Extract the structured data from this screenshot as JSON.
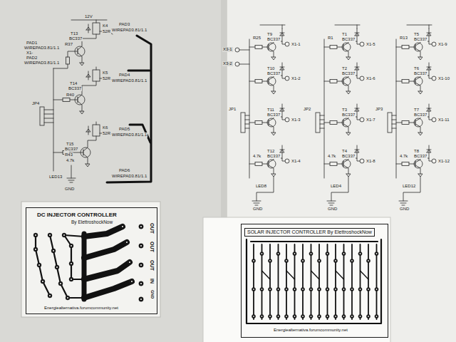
{
  "diagram": {
    "nodes": [
      {
        "text": [
          "DC INJECTOR CONTROLLER",
          "By ElettroshockNow",
          "OUT",
          "OUT",
          "OUT",
          "IN",
          "GND",
          "Energiealternativa.forumcommunity.net"
        ]
      },
      {
        "text": [
          "SOLAR INJECTOR CONTROLLER By ElettroshockNow",
          "Energiealternativa.forumcommunity.net"
        ]
      }
    ],
    "labels": [
      "12V",
      "K4",
      "PAD3",
      "WIREPAD3.81/1.1",
      "T13",
      "BC337",
      "R37",
      "52R",
      "PAD1",
      "WIREPAD3.81/1.1",
      "X1-",
      "PAD2",
      "WIREPAD3.81/1.1",
      "K5",
      "52R",
      "PAD4",
      "WIREPAD3.81/1.1",
      "T14",
      "BC337",
      "R40",
      "JP4",
      "K6",
      "52R",
      "PAD5",
      "WIREPAD3.81/1.1",
      "T15",
      "BC337",
      "R43",
      "4.7k",
      "PAD6",
      "WIREPAD3.81/1.1",
      "LED13",
      "GND",
      "X3-1",
      "X3-2",
      "T9",
      "BC337",
      "R25",
      "X1-1",
      "T10",
      "BC337",
      "X1-2",
      "T11",
      "BC337",
      "X1-3",
      "T12",
      "BC337",
      "4.7k",
      "X1-4",
      "JP1",
      "LED8",
      "GND",
      "T1",
      "BC337",
      "R1",
      "X1-5",
      "T2",
      "BC337",
      "X1-6",
      "T3",
      "BC337",
      "X1-7",
      "T4",
      "BC337",
      "4.7k",
      "X1-8",
      "JP2",
      "LED4",
      "GND",
      "T5",
      "BC337",
      "R13",
      "X1-9",
      "T6",
      "BC337",
      "X1-10",
      "T7",
      "BC337",
      "X1-11",
      "T8",
      "BC337",
      "4.7k",
      "X1-12",
      "JP3",
      "LED12",
      "GND"
    ]
  }
}
